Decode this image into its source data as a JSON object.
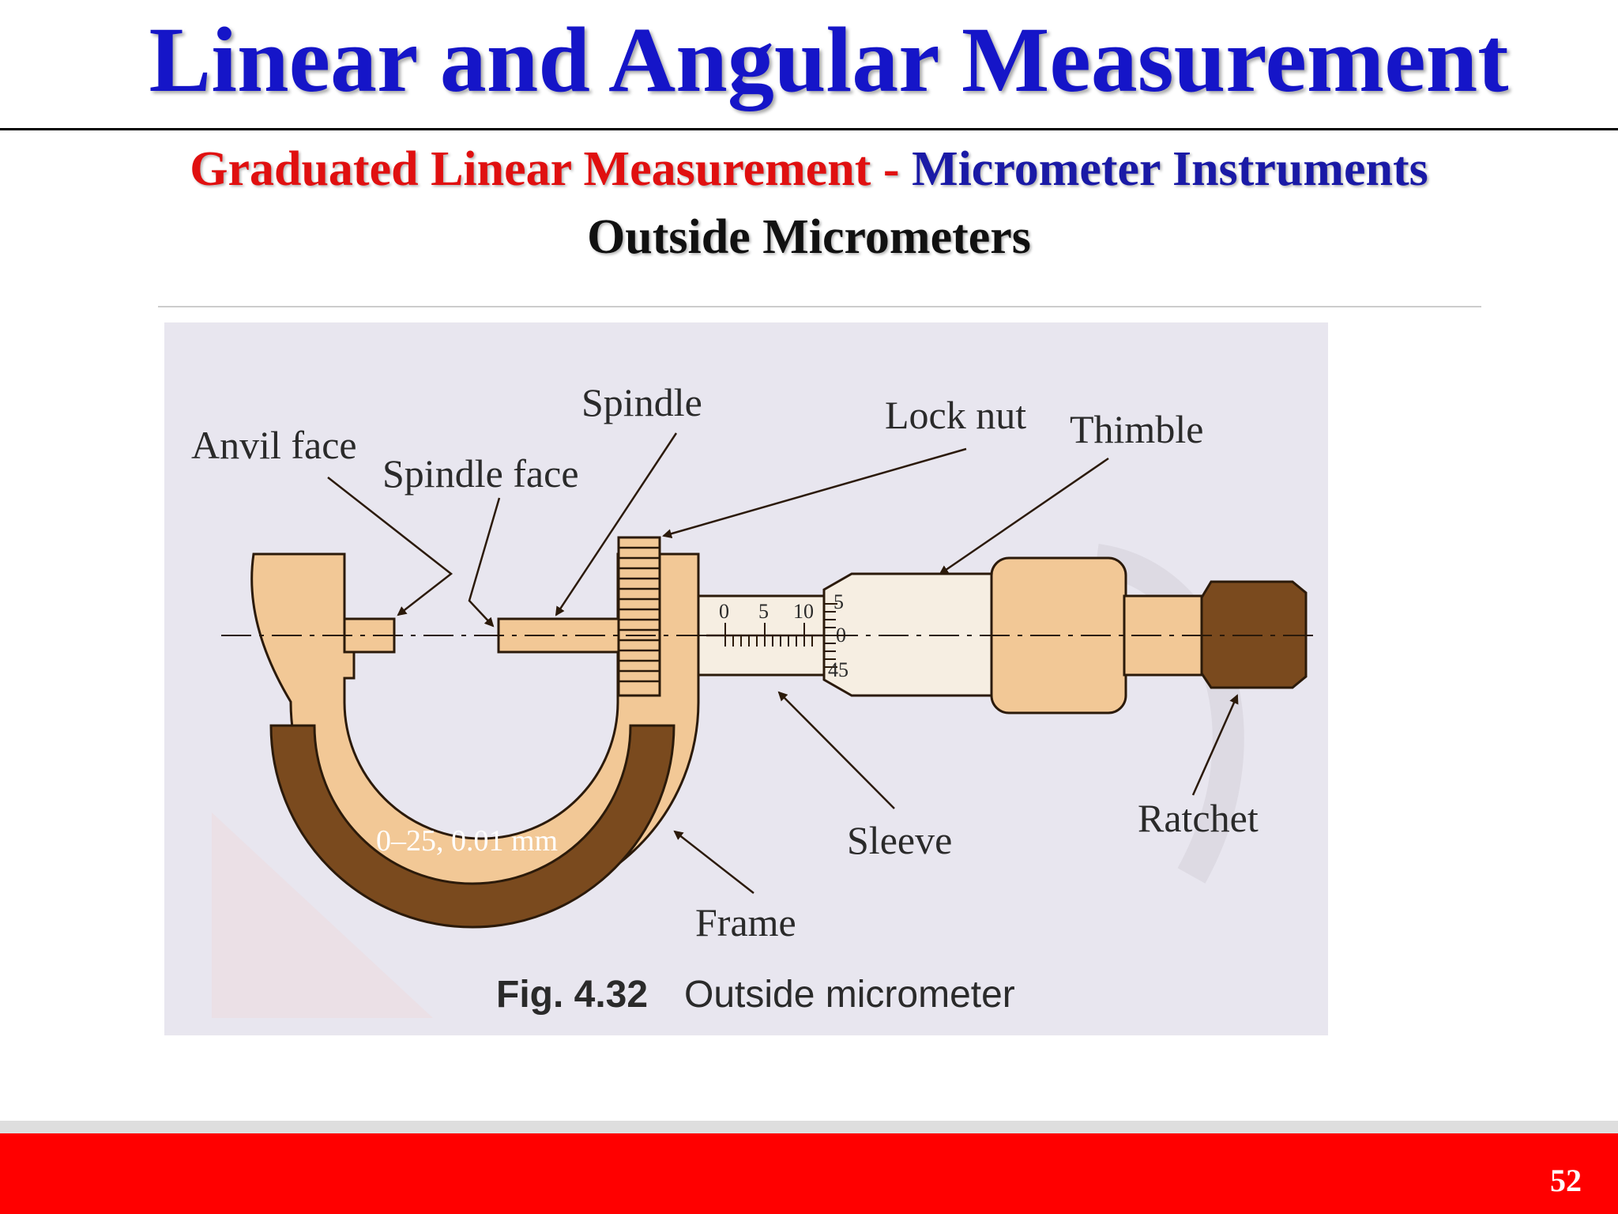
{
  "slide": {
    "title": "Linear and Angular Measurement",
    "subtitle_part1": "Graduated Linear Measurement",
    "subtitle_sep": " - ",
    "subtitle_part2": "Micrometer Instruments",
    "subheading": "Outside Micrometers",
    "page_number": "52"
  },
  "figure": {
    "labels": {
      "anvil_face": "Anvil face",
      "spindle_face": "Spindle face",
      "spindle": "Spindle",
      "lock_nut": "Lock nut",
      "thimble": "Thimble",
      "sleeve": "Sleeve",
      "ratchet": "Ratchet",
      "frame": "Frame",
      "range": "0–25, 0.01 mm"
    },
    "sleeve_scale": [
      "0",
      "5",
      "10"
    ],
    "thimble_scale": [
      "5",
      "0",
      "45"
    ],
    "caption_number": "Fig. 4.32",
    "caption_text": "Outside micrometer"
  },
  "colors": {
    "title": "#1515c8",
    "subtitle_red": "#e01010",
    "subtitle_blue": "#1a1aa6",
    "footer_red": "#ff0000",
    "frame_light": "#f2c896",
    "frame_dark": "#7a4a1e",
    "outline": "#2b1a0a"
  }
}
